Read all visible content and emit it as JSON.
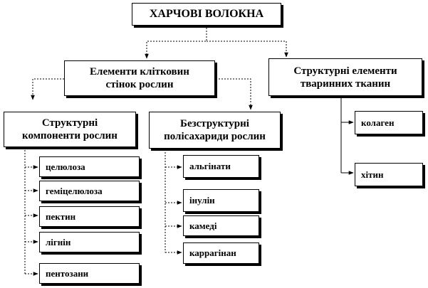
{
  "root": "ХАРЧОВІ ВОЛОКНА",
  "cell_walls": {
    "line1": "Елементи клітковин",
    "line2": "стінок рослин"
  },
  "animal": {
    "line1": "Структурні елементи",
    "line2": "тваринних тканин"
  },
  "structural": {
    "line1": "Структурні",
    "line2": "компоненти рослин"
  },
  "non_structural": {
    "line1": "Безструктурні",
    "line2": "полісахариди рослин"
  },
  "structural_items": [
    "целюлоза",
    "геміцелюлоза",
    "пектин",
    "лігнін",
    "пентозани"
  ],
  "non_structural_items": [
    "альгінати",
    "інулін",
    "камеді",
    "каррагінан"
  ],
  "animal_items": [
    "колаген",
    "хітин"
  ]
}
